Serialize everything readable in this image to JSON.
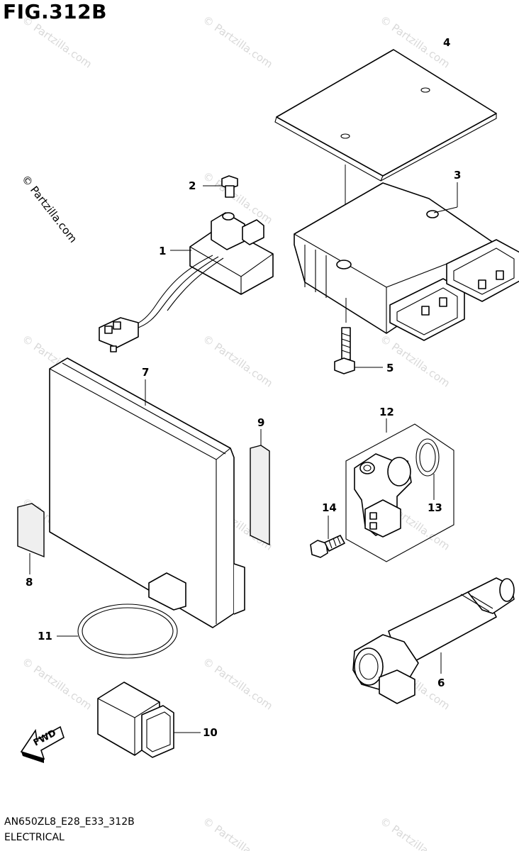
{
  "figure": {
    "title": "FIG.312B"
  },
  "footer": {
    "model_code": "AN650ZL8_E28_E33_312B",
    "section": "ELECTRICAL"
  },
  "watermark": {
    "text": "© Partzilla.com"
  },
  "fwd_arrow": {
    "label": "FWD"
  },
  "callouts": [
    {
      "id": "1",
      "label": "1"
    },
    {
      "id": "2",
      "label": "2"
    },
    {
      "id": "3",
      "label": "3"
    },
    {
      "id": "4",
      "label": "4"
    },
    {
      "id": "5",
      "label": "5"
    },
    {
      "id": "6",
      "label": "6"
    },
    {
      "id": "7",
      "label": "7"
    },
    {
      "id": "8",
      "label": "8"
    },
    {
      "id": "9",
      "label": "9"
    },
    {
      "id": "10",
      "label": "10"
    },
    {
      "id": "11",
      "label": "11"
    },
    {
      "id": "12",
      "label": "12"
    },
    {
      "id": "13",
      "label": "13"
    },
    {
      "id": "14",
      "label": "14"
    }
  ]
}
